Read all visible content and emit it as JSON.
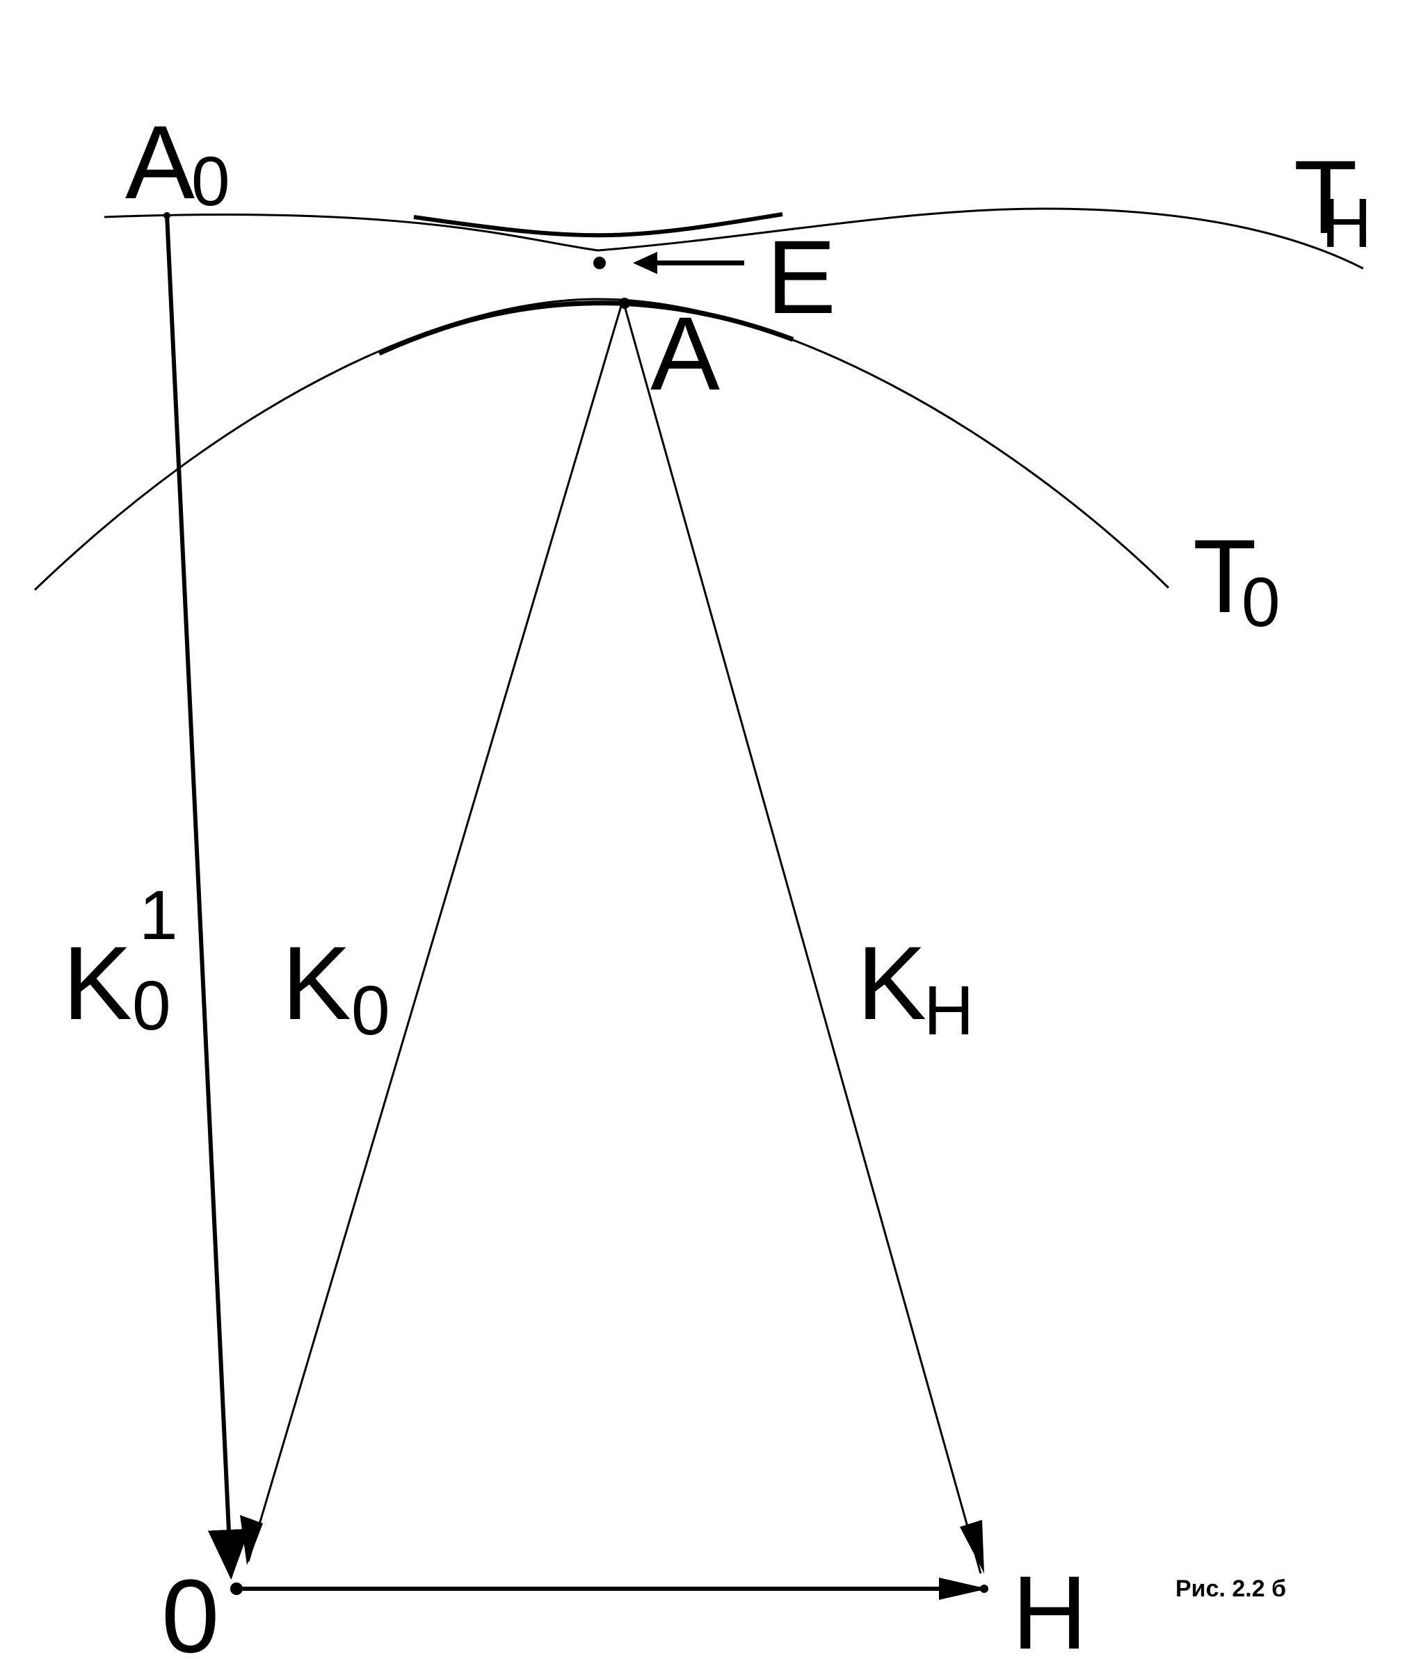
{
  "labels": {
    "A0": {
      "main": "A",
      "sub": "0"
    },
    "TH": {
      "main": "T",
      "sub": "H"
    },
    "E": "E",
    "A": "A",
    "T0": {
      "main": "T",
      "sub": "0"
    },
    "K01": {
      "main": "K",
      "sub": "0",
      "sup": "1"
    },
    "K0": {
      "main": "K",
      "sub": "0"
    },
    "KH": {
      "main": "K",
      "sub": "H"
    },
    "O": "0",
    "H": "H"
  },
  "caption": "Рис. 2.2 б"
}
